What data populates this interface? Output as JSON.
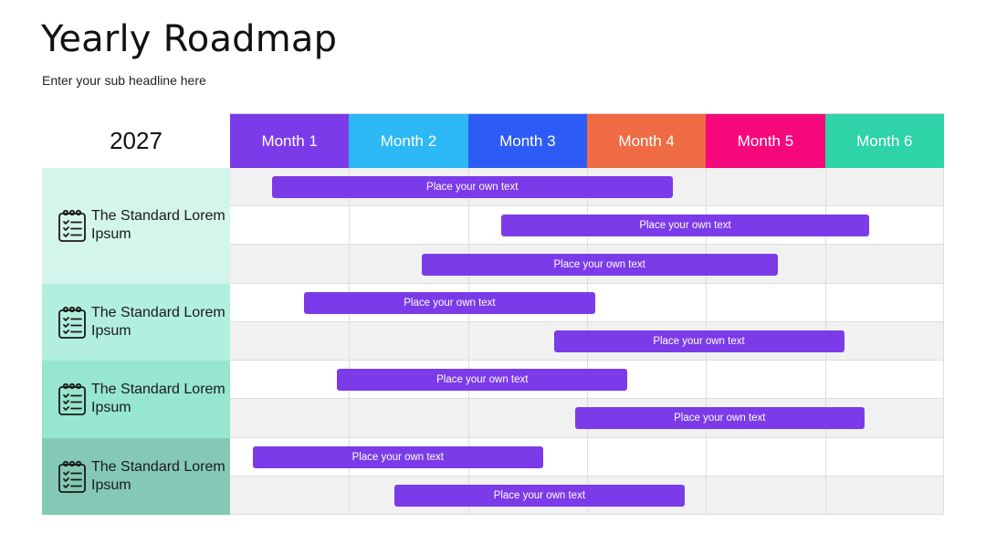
{
  "header": {
    "title": "Yearly Roadmap",
    "subtitle": "Enter your sub headline here",
    "year": "2027"
  },
  "months": [
    {
      "label": "Month 1",
      "color": "#7b3be8"
    },
    {
      "label": "Month 2",
      "color": "#2cb8f5"
    },
    {
      "label": "Month 3",
      "color": "#2c5cf5"
    },
    {
      "label": "Month 4",
      "color": "#ef6b43"
    },
    {
      "label": "Month 5",
      "color": "#f5087a"
    },
    {
      "label": "Month 6",
      "color": "#2ed3a7"
    }
  ],
  "groups": [
    {
      "label": "The Standard Lorem Ipsum",
      "color": "#d3f5ec",
      "icon": "checklist-icon",
      "rows": 3
    },
    {
      "label": "The Standard Lorem Ipsum",
      "color": "#b3efde",
      "icon": "checklist-icon",
      "rows": 2
    },
    {
      "label": "The Standard Lorem Ipsum",
      "color": "#97e6cf",
      "icon": "checklist-icon",
      "rows": 2
    },
    {
      "label": "The Standard Lorem Ipsum",
      "color": "#84c9b5",
      "icon": "checklist-icon",
      "rows": 2
    }
  ],
  "tasks": [
    {
      "label": "Place your own text",
      "start_month": 1.35,
      "end_month": 4.72
    },
    {
      "label": "Place your own text",
      "start_month": 3.28,
      "end_month": 6.37
    },
    {
      "label": "Place your own text",
      "start_month": 2.61,
      "end_month": 5.6
    },
    {
      "label": "Place your own text",
      "start_month": 1.62,
      "end_month": 4.07
    },
    {
      "label": "Place your own text",
      "start_month": 3.72,
      "end_month": 6.16
    },
    {
      "label": "Place your own text",
      "start_month": 1.9,
      "end_month": 4.34
    },
    {
      "label": "Place your own text",
      "start_month": 3.9,
      "end_month": 6.33
    },
    {
      "label": "Place your own text",
      "start_month": 1.19,
      "end_month": 3.63
    },
    {
      "label": "Place your own text",
      "start_month": 2.38,
      "end_month": 4.82
    }
  ]
}
